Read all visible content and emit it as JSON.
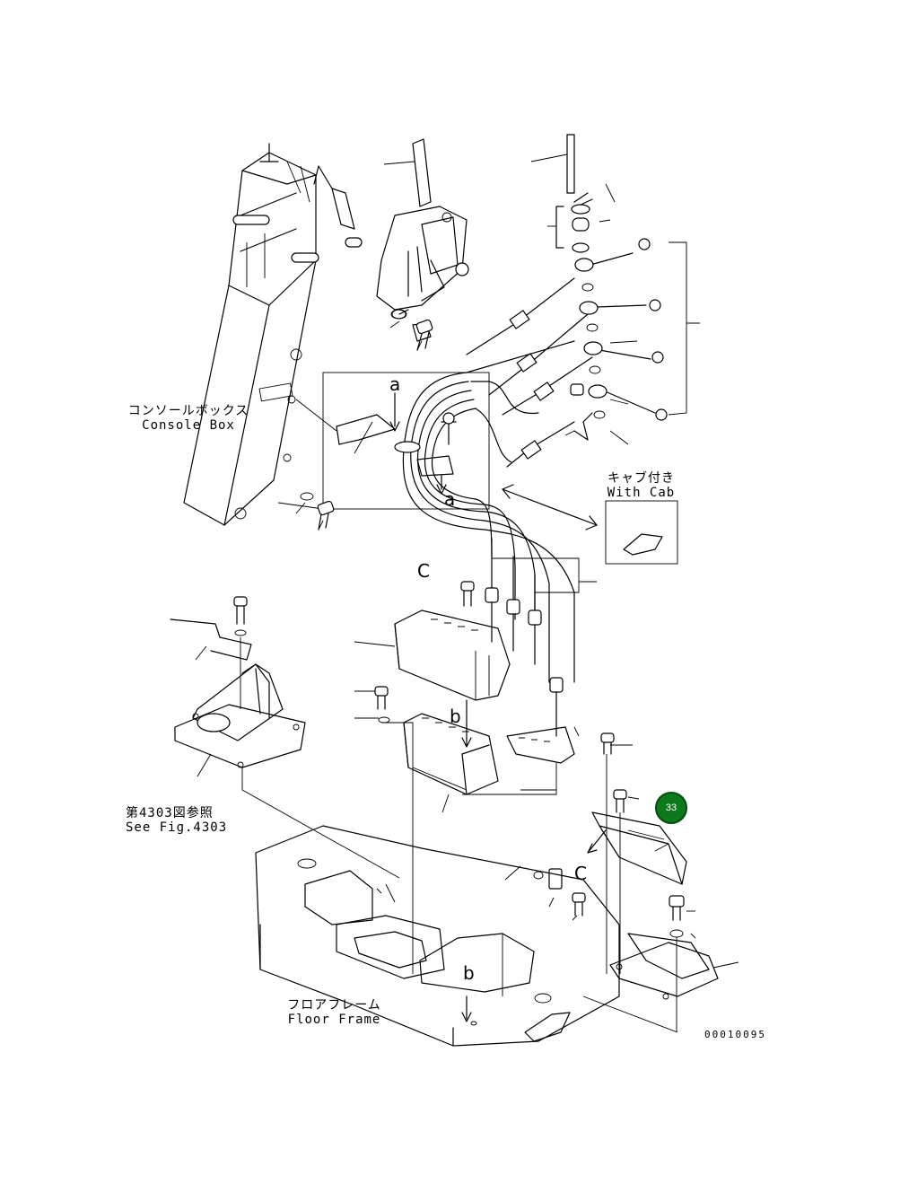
{
  "labels": {
    "console_box_jp": "コンソールボックス",
    "console_box_en": "Console Box",
    "with_cab_jp": "キャブ付き",
    "with_cab_en": "With Cab",
    "see_fig_jp": "第4303図参照",
    "see_fig_en": "See Fig.4303",
    "floor_frame_jp": "フロアフレーム",
    "floor_frame_en": "Floor Frame"
  },
  "ref_letters": {
    "a_top": "a",
    "a_bottom": "a",
    "c_top": "C",
    "c_right": "C",
    "b_mid": "b",
    "b_floor": "b"
  },
  "callout": {
    "number": "33",
    "color": "#0c7a1c"
  },
  "document_number": "00010095"
}
